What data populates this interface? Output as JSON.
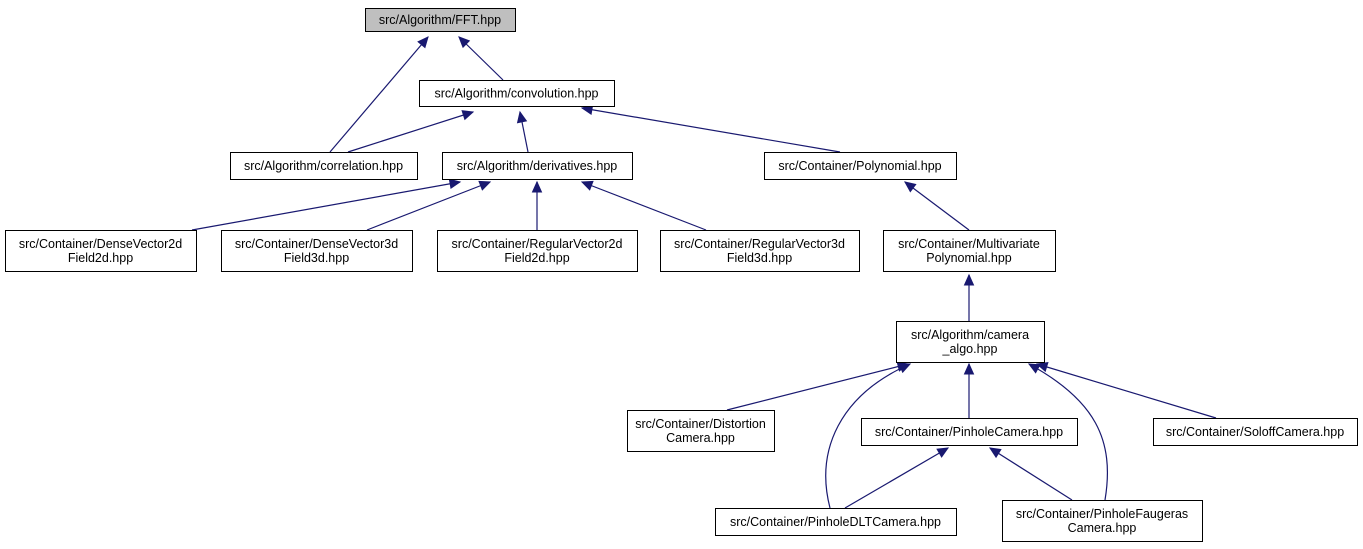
{
  "colors": {
    "edge": "#191970",
    "node_fill": "#ffffff",
    "root_fill": "#bfbfbf",
    "border": "#000000"
  },
  "nodes": [
    {
      "id": "fft",
      "lines": [
        "src/Algorithm/FFT.hpp"
      ],
      "root": true
    },
    {
      "id": "convolution",
      "lines": [
        "src/Algorithm/convolution.hpp"
      ]
    },
    {
      "id": "correlation",
      "lines": [
        "src/Algorithm/correlation.hpp"
      ]
    },
    {
      "id": "derivatives",
      "lines": [
        "src/Algorithm/derivatives.hpp"
      ]
    },
    {
      "id": "polynomial",
      "lines": [
        "src/Container/Polynomial.hpp"
      ]
    },
    {
      "id": "dv2",
      "lines": [
        "src/Container/DenseVector2d",
        "Field2d.hpp"
      ]
    },
    {
      "id": "dv3",
      "lines": [
        "src/Container/DenseVector3d",
        "Field3d.hpp"
      ]
    },
    {
      "id": "rv2",
      "lines": [
        "src/Container/RegularVector2d",
        "Field2d.hpp"
      ]
    },
    {
      "id": "rv3",
      "lines": [
        "src/Container/RegularVector3d",
        "Field3d.hpp"
      ]
    },
    {
      "id": "multivar",
      "lines": [
        "src/Container/Multivariate",
        "Polynomial.hpp"
      ]
    },
    {
      "id": "camalgo",
      "lines": [
        "src/Algorithm/camera",
        "_algo.hpp"
      ]
    },
    {
      "id": "distortion",
      "lines": [
        "src/Container/Distortion",
        "Camera.hpp"
      ]
    },
    {
      "id": "pinhole",
      "lines": [
        "src/Container/PinholeCamera.hpp"
      ]
    },
    {
      "id": "soloff",
      "lines": [
        "src/Container/SoloffCamera.hpp"
      ]
    },
    {
      "id": "pinholedlt",
      "lines": [
        "src/Container/PinholeDLTCamera.hpp"
      ]
    },
    {
      "id": "faugeras",
      "lines": [
        "src/Container/PinholeFaugeras",
        "Camera.hpp"
      ]
    }
  ],
  "edges": [
    {
      "from": "convolution",
      "to": "fft"
    },
    {
      "from": "correlation",
      "to": "fft"
    },
    {
      "from": "correlation",
      "to": "convolution"
    },
    {
      "from": "derivatives",
      "to": "convolution"
    },
    {
      "from": "polynomial",
      "to": "convolution"
    },
    {
      "from": "dv2",
      "to": "derivatives"
    },
    {
      "from": "dv3",
      "to": "derivatives"
    },
    {
      "from": "rv2",
      "to": "derivatives"
    },
    {
      "from": "rv3",
      "to": "derivatives"
    },
    {
      "from": "multivar",
      "to": "polynomial"
    },
    {
      "from": "camalgo",
      "to": "multivar"
    },
    {
      "from": "distortion",
      "to": "camalgo"
    },
    {
      "from": "pinhole",
      "to": "camalgo"
    },
    {
      "from": "soloff",
      "to": "camalgo"
    },
    {
      "from": "pinholedlt",
      "to": "camalgo"
    },
    {
      "from": "faugeras",
      "to": "camalgo"
    },
    {
      "from": "pinholedlt",
      "to": "pinhole"
    },
    {
      "from": "faugeras",
      "to": "pinhole"
    }
  ]
}
